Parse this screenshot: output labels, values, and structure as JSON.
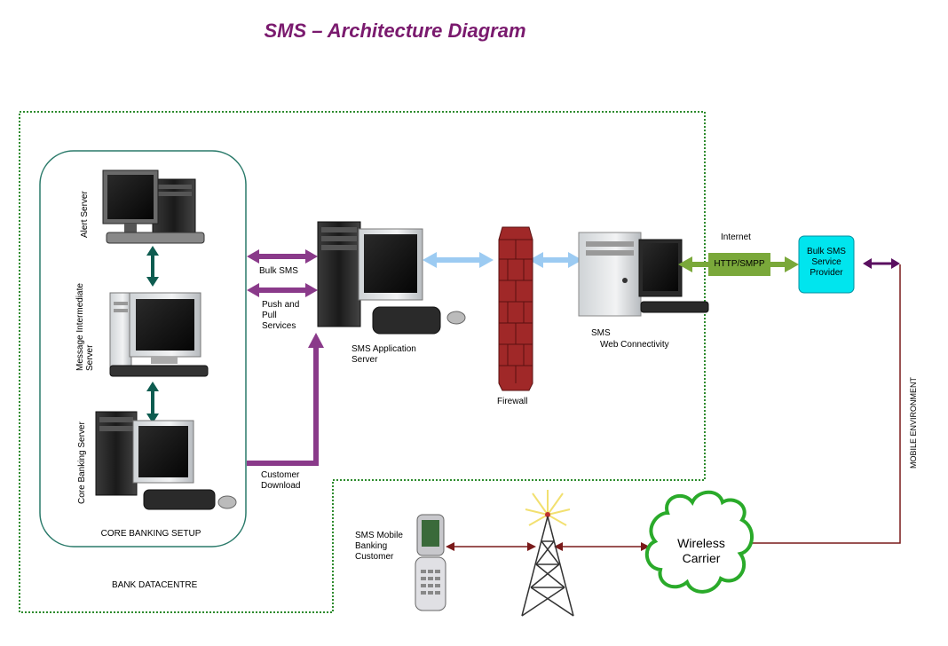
{
  "title": "SMS – Architecture Diagram",
  "zones": {
    "bank_datacentre": "BANK DATACENTRE",
    "core_banking_setup": "CORE BANKING SETUP",
    "mobile_environment": "MOBILE ENVIRONMENT"
  },
  "servers": {
    "alert": "Alert Server",
    "message_intermediate_1": "Message Intermediate",
    "message_intermediate_2": "Server",
    "core_banking": "Core Banking Server",
    "sms_application_1": "SMS Application",
    "sms_application_2": "Server",
    "sms_web_1": "SMS",
    "sms_web_2": "Web Connectivity",
    "firewall": "Firewall"
  },
  "flows": {
    "bulk_sms": "Bulk SMS",
    "push_pull_1": "Push and",
    "push_pull_2": "Pull",
    "push_pull_3": "Services",
    "customer_download_1": "Customer",
    "customer_download_2": "Download",
    "internet": "Internet",
    "protocol": "HTTP/SMPP"
  },
  "provider": {
    "line1": "Bulk SMS",
    "line2": "Service",
    "line3": "Provider"
  },
  "mobile": {
    "customer_1": "SMS Mobile",
    "customer_2": "Banking",
    "customer_3": "Customer",
    "carrier_1": "Wireless",
    "carrier_2": "Carrier"
  },
  "colors": {
    "title": "#7a1a6e",
    "zone_border": "#2e8b2e",
    "core_setup_border": "#2a7a6a",
    "internal_arrow": "#8a3a8a",
    "light_arrow": "#9ccbf2",
    "green_arrow": "#7aa83a",
    "dark_arrow": "#7a1a1a",
    "provider_fill": "#00e5ee",
    "teal_arrow": "#0e5c50",
    "firewall_brick": "#a02828"
  }
}
